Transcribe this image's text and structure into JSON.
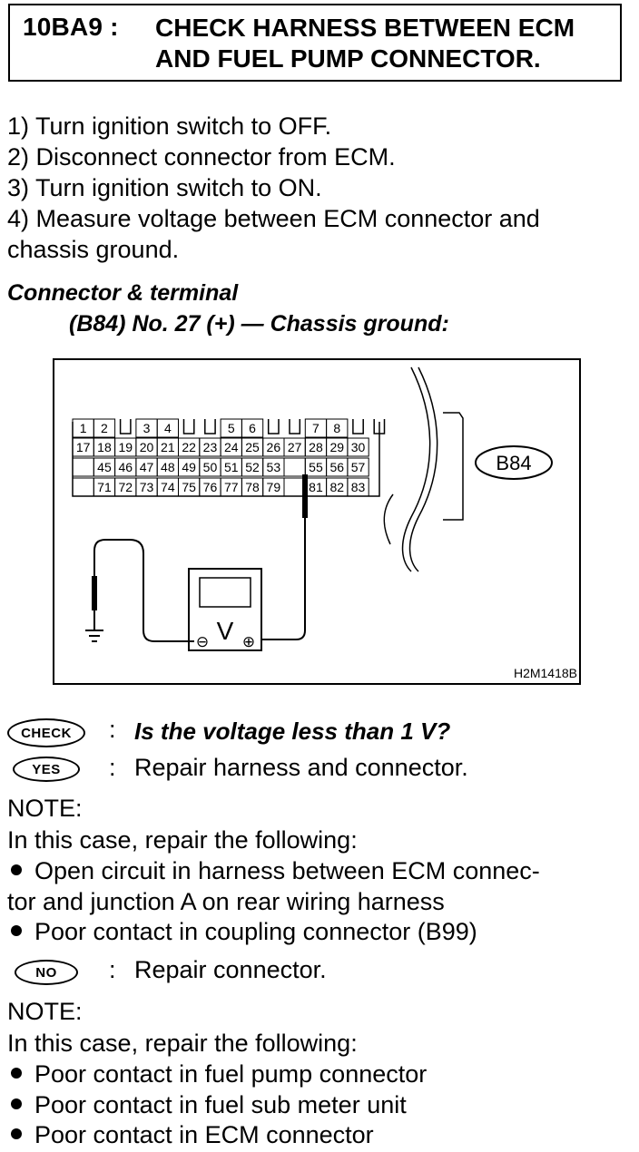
{
  "header": {
    "code": "10BA9 :",
    "title_line1": "CHECK HARNESS BETWEEN ECM",
    "title_line2": "AND FUEL PUMP CONNECTOR."
  },
  "steps": [
    "1)  Turn ignition switch to OFF.",
    "2)  Disconnect connector from ECM.",
    "3)  Turn ignition switch to ON.",
    "4)  Measure voltage between ECM connector and",
    "chassis ground."
  ],
  "connector": {
    "heading": "Connector & terminal",
    "spec": "(B84) No. 27 (+) — Chassis ground:"
  },
  "figure": {
    "connector_label": "B84",
    "figure_code": "H2M1418B",
    "meter_label": "V",
    "minus": "⊖",
    "plus": "⊕",
    "row1_cells": [
      "1",
      "2",
      "",
      "3",
      "4",
      "",
      "",
      "5",
      "6",
      "",
      "",
      "7",
      "8",
      "",
      ""
    ],
    "row2_cells": [
      "17",
      "18",
      "19",
      "20",
      "21",
      "22",
      "23",
      "24",
      "25",
      "26",
      "27",
      "28",
      "29",
      "30"
    ],
    "row3_cells": [
      "",
      "45",
      "46",
      "47",
      "48",
      "49",
      "50",
      "51",
      "52",
      "53",
      "",
      "55",
      "56",
      "57"
    ],
    "row4_cells": [
      "",
      "71",
      "72",
      "73",
      "74",
      "75",
      "76",
      "77",
      "78",
      "79",
      "",
      "81",
      "82",
      "83"
    ]
  },
  "check": {
    "check_badge": "CHECK",
    "question": "Is the voltage less than 1 V?",
    "yes_badge": "YES",
    "yes_answer": "Repair harness and connector.",
    "no_badge": "NO",
    "no_answer": "Repair connector.",
    "colon": ":"
  },
  "yes_note": {
    "title": "NOTE:",
    "intro": "In this case, repair the following:",
    "bullet1_line1": "Open circuit in harness between ECM connec-",
    "bullet1_line2": "tor and junction A on rear wiring harness",
    "bullet2": "Poor contact in coupling connector (B99)"
  },
  "no_note": {
    "title": "NOTE:",
    "intro": "In this case, repair the following:",
    "bullets": [
      "Poor contact in fuel pump connector",
      "Poor contact in fuel sub meter unit",
      "Poor contact in ECM connector"
    ]
  }
}
